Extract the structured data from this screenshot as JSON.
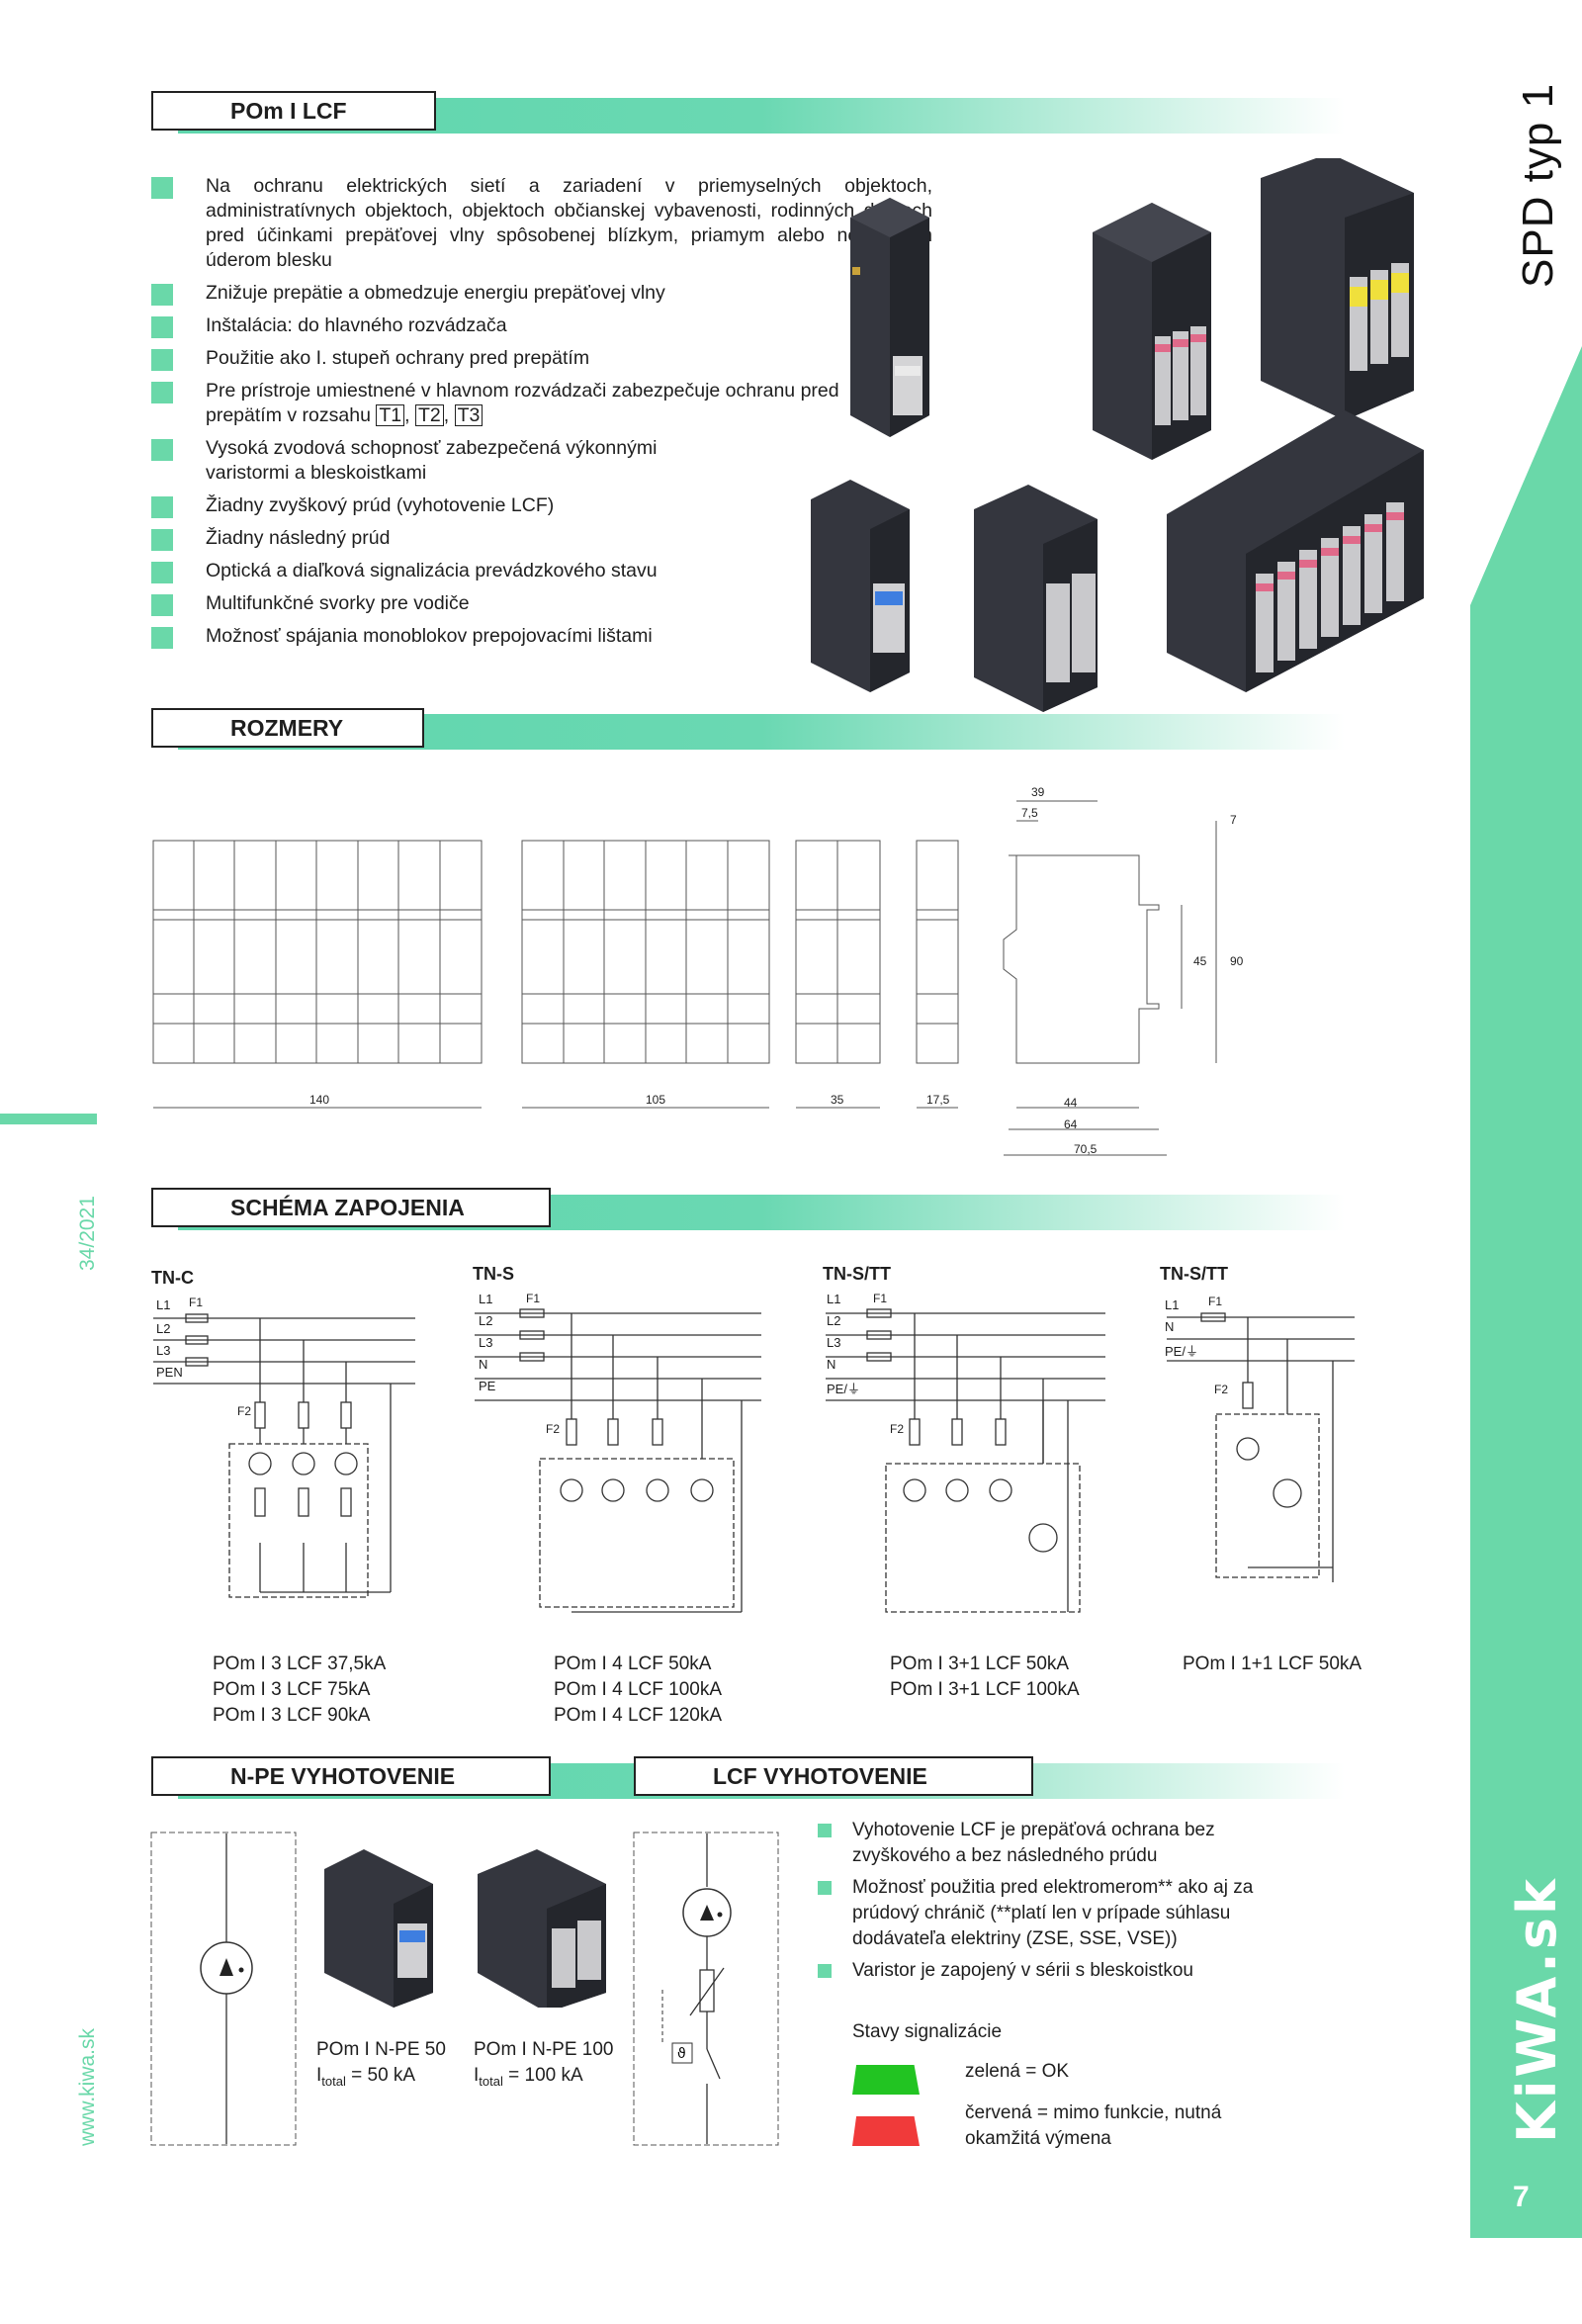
{
  "sidebar": {
    "title": "SPD typ 1",
    "logo": "KiWA.sk",
    "page_number": "7",
    "accent": "#6ad8a9"
  },
  "margin": {
    "issue": "34/2021",
    "website": "www.kiwa.sk"
  },
  "section1": {
    "heading": "POm I LCF",
    "intro": "Na ochranu elektrických sietí a zariadení v priemyselných objektoch, administratívnych objektoch, objektoch občianskej vybavenosti, rodinných domoch pred účinkami prepäťovej vlny spôsobenej blízkym, priamym alebo nepriamym úderom blesku",
    "bullets": [
      "Znižuje prepätie a obmedzuje energiu prepäťovej vlny",
      "Inštalácia: do hlavného rozvádzača",
      "Použitie ako I. stupeň ochrany pred prepätím",
      "Pre prístroje umiestnené v hlavnom rozvádzači zabezpečuje ochranu pred prepätím v rozsahu",
      "Vysoká zvodová schopnosť zabezpečená výkonnými varistormi a bleskoistkami",
      "Žiadny zvyškový prúd (vyhotovenie LCF)",
      "Žiadny následný prúd",
      "Optická a diaľková signalizácia prevádzkového stavu",
      "Multifunkčné svorky pre vodiče",
      "Možnosť spájania monoblokov prepojovacími lištami"
    ],
    "ranges": [
      "T1",
      "T2",
      "T3"
    ]
  },
  "section2": {
    "heading": "ROZMERY",
    "widths": [
      "140",
      "105",
      "35",
      "17,5"
    ],
    "side_dims": [
      "39",
      "7,5",
      "7",
      "45",
      "90",
      "44",
      "64",
      "70,5"
    ]
  },
  "section3": {
    "heading": "SCHÉMA ZAPOJENIA",
    "diagrams": [
      {
        "title": "TN-C",
        "lines": [
          "L1",
          "L2",
          "L3",
          "PEN"
        ],
        "fuse1": "F1",
        "fuse2": "F2",
        "models": [
          "POm I 3 LCF 37,5kA",
          "POm I 3 LCF 75kA",
          "POm I 3 LCF 90kA"
        ]
      },
      {
        "title": "TN-S",
        "lines": [
          "L1",
          "L2",
          "L3",
          "N",
          "PE"
        ],
        "fuse1": "F1",
        "fuse2": "F2",
        "models": [
          "POm I 4 LCF 50kA",
          "POm I 4 LCF 100kA",
          "POm I 4 LCF 120kA"
        ]
      },
      {
        "title": "TN-S/TT",
        "lines": [
          "L1",
          "L2",
          "L3",
          "N",
          "PE/⏚"
        ],
        "fuse1": "F1",
        "fuse2": "F2",
        "models": [
          "POm I 3+1 LCF 50kA",
          "POm I 3+1 LCF 100kA"
        ]
      },
      {
        "title": "TN-S/TT",
        "lines": [
          "L1",
          "N",
          "PE/⏚"
        ],
        "fuse1": "F1",
        "fuse2": "F2",
        "models": [
          "POm I 1+1 LCF 50kA"
        ]
      }
    ]
  },
  "section4": {
    "heading_npe": "N-PE VYHOTOVENIE",
    "heading_lcf": "LCF VYHOTOVENIE",
    "npe_products": [
      {
        "name": "POm I N-PE 50",
        "itotal": "I",
        "sub": "total",
        "value": " = 50 kA"
      },
      {
        "name": "POm I N-PE 100",
        "itotal": "I",
        "sub": "total",
        "value": " = 100 kA"
      }
    ],
    "lcf_bullets": [
      "Vyhotovenie LCF je prepäťová ochrana bez zvyškového a bez následného prúdu",
      "Možnosť použitia pred elektromerom** ako aj za prúdový chránič (**platí len v prípade súhlasu dodávateľa elektriny (ZSE, SSE, VSE))",
      "Varistor je zapojený v sérii s bleskoistkou"
    ],
    "signal_title": "Stavy signalizácie",
    "signals": [
      {
        "label": "zelená = OK",
        "color": "#22c422"
      },
      {
        "label": "červená = mimo funkcie, nutná okamžitá výmena",
        "color": "#f03a3a"
      }
    ]
  }
}
